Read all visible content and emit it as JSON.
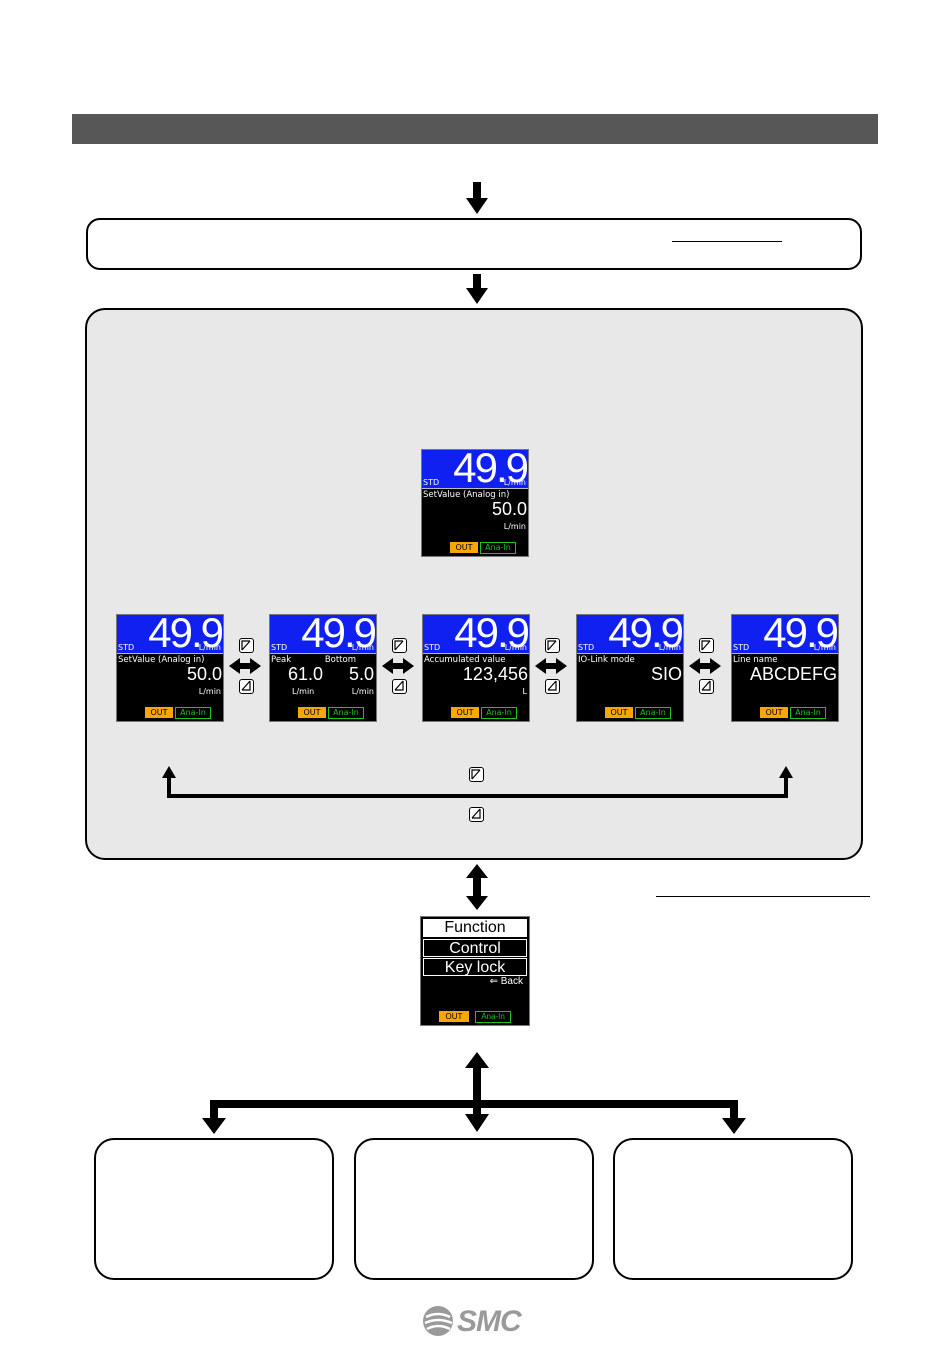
{
  "diagram": {
    "top_screen": {
      "pv": "49.9",
      "std": "STD",
      "unit": "L/min",
      "sub_label": "SetValue (Analog in)",
      "sub_value": "50.0",
      "sub_unit": "L/min",
      "out": "OUT",
      "ana": "Ana-In"
    },
    "screens": [
      {
        "pv": "49.9",
        "std": "STD",
        "unit": "L/min",
        "sub_label": "SetValue (Analog in)",
        "sub_value": "50.0",
        "sub_unit": "L/min",
        "out": "OUT",
        "ana": "Ana-In"
      },
      {
        "pv": "49.9",
        "std": "STD",
        "unit": "L/min",
        "peak_label": "Peak",
        "bottom_label": "Bottom",
        "peak_value": "61.0",
        "bottom_value": "5.0",
        "peak_unit": "L/min",
        "bottom_unit": "L/min",
        "out": "OUT",
        "ana": "Ana-In"
      },
      {
        "pv": "49.9",
        "std": "STD",
        "unit": "L/min",
        "sub_label": "Accumulated value",
        "sub_value": "123,456",
        "sub_unit": "L",
        "out": "OUT",
        "ana": "Ana-In"
      },
      {
        "pv": "49.9",
        "std": "STD",
        "unit": "L/min",
        "sub_label": "IO-Link mode",
        "sub_value": "SIO",
        "sub_unit": "",
        "out": "OUT",
        "ana": "Ana-In"
      },
      {
        "pv": "49.9",
        "std": "STD",
        "unit": "L/min",
        "sub_label": "Line name",
        "sub_value": "ABCDEFG",
        "sub_unit": "",
        "out": "OUT",
        "ana": "Ana-In"
      }
    ],
    "menu": {
      "items": [
        "Function",
        "Control",
        "Key lock"
      ],
      "back": "⇐ Back",
      "out": "OUT",
      "ana": "Ana-In"
    },
    "logo": "SMC",
    "colors": {
      "header": "#575757",
      "panel": "#e8e8e8",
      "lcd_blue": "#1020f0",
      "out": "#f6a800",
      "ana": "#1ec21e"
    }
  }
}
